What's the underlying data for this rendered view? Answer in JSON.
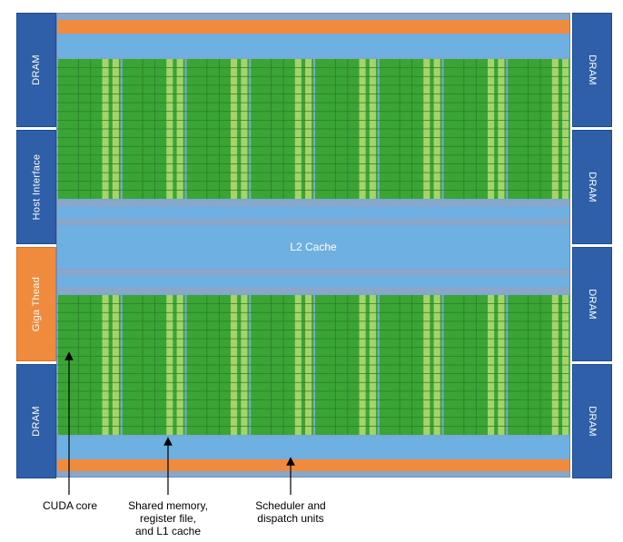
{
  "left_column": [
    {
      "label": "DRAM",
      "color": "#2e5fa8"
    },
    {
      "label": "Host Interface",
      "color": "#2e5fa8"
    },
    {
      "label": "Giga Thead",
      "color": "#f08a3c"
    },
    {
      "label": "DRAM",
      "color": "#2e5fa8"
    }
  ],
  "right_column": [
    {
      "label": "DRAM"
    },
    {
      "label": "DRAM"
    },
    {
      "label": "DRAM"
    },
    {
      "label": "DRAM"
    }
  ],
  "l2_cache": {
    "label": "L2 Cache"
  },
  "callouts": [
    {
      "lines": [
        "CUDA core"
      ]
    },
    {
      "lines": [
        "Shared memory,",
        "register file,",
        "and L1 cache"
      ]
    },
    {
      "lines": [
        "Scheduler and",
        "dispatch units"
      ]
    }
  ],
  "colors": {
    "dram_blue": "#2e5fa8",
    "thread_orange": "#f08a3c",
    "cache_blue": "#6fb0e3",
    "core_green": "#3aa534",
    "core_light_green": "#a6d46a"
  }
}
